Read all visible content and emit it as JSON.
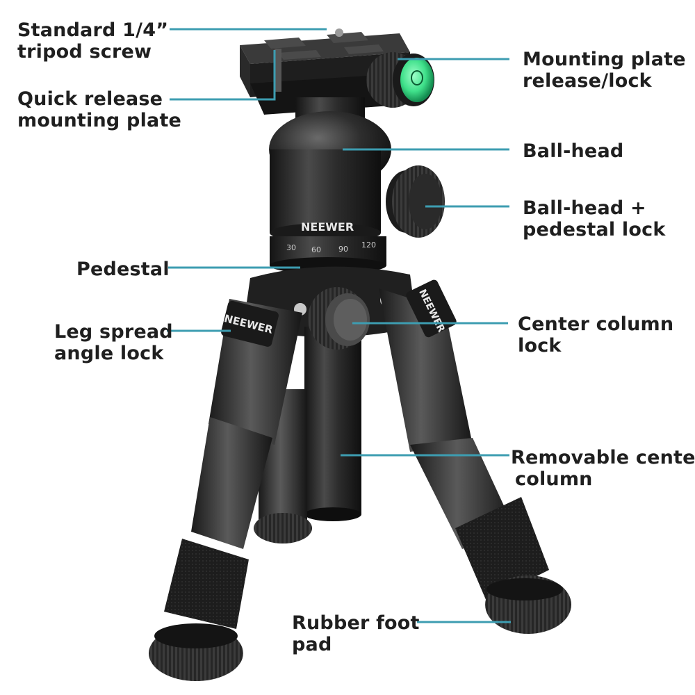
{
  "labels": {
    "screw": [
      "Standard 1/4”",
      "tripod screw"
    ],
    "quick_plate": [
      "Quick release",
      "mounting plate"
    ],
    "plate_lock": [
      "Mounting plate",
      "release/lock"
    ],
    "ball_head": [
      "Ball-head"
    ],
    "pedestal_lock": [
      "Ball-head +",
      "pedestal lock"
    ],
    "pedestal": [
      "Pedestal"
    ],
    "leg_lock": [
      "Leg spread",
      "angle lock"
    ],
    "column_lock": [
      "Center column",
      "lock"
    ],
    "removable_column": [
      "Removable center",
      "column"
    ],
    "foot_pad": [
      "Rubber foot",
      "pad"
    ]
  },
  "product": {
    "brand": "NEEWER",
    "scale_marks": [
      "30",
      "60",
      "90",
      "120"
    ]
  },
  "colors": {
    "leader_line": "#3d9db1",
    "bubble_level": "#3fe08a",
    "metal_dark": "#2a2a2a",
    "text": "#1f1f1f"
  }
}
